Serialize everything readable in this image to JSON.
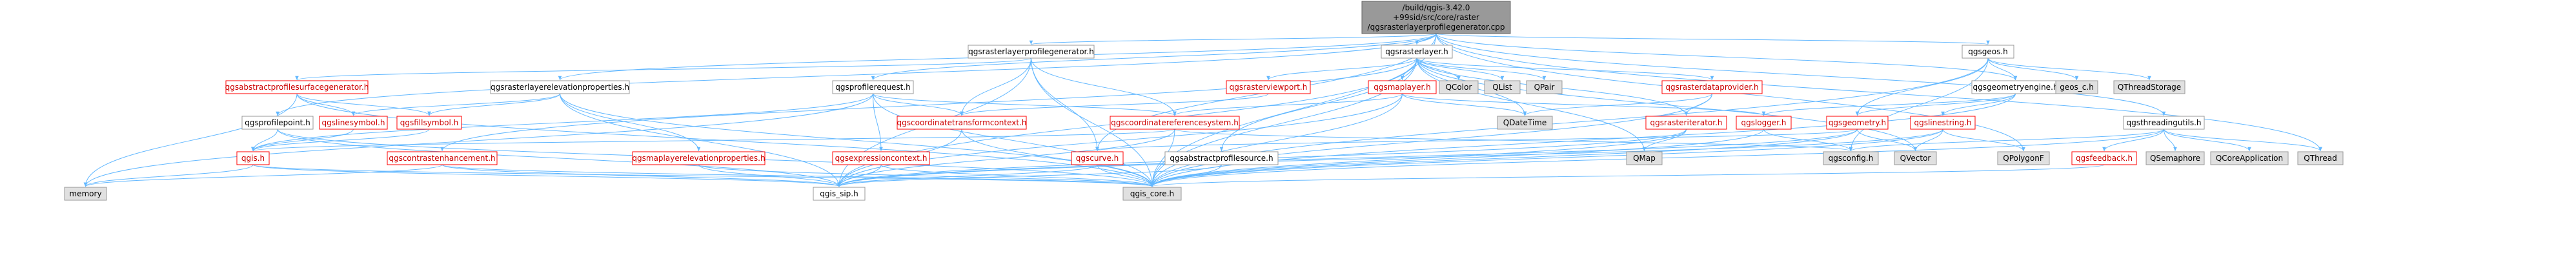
{
  "graph": {
    "root": {
      "lines": [
        "/build/qgis-3.42.0",
        "+99sid/src/core/raster",
        "/qgsrasterlayerprofilegenerator.cpp"
      ]
    },
    "nodes": [
      {
        "id": "qgsrasterlayerprofilegenerator",
        "label": "qgsrasterlayerprofilegenerator.h",
        "kind": "white"
      },
      {
        "id": "qgsrasterlayer",
        "label": "qgsrasterlayer.h",
        "kind": "white"
      },
      {
        "id": "qgsgeos",
        "label": "qgsgeos.h",
        "kind": "white"
      },
      {
        "id": "qgsabstractprofilesurfacegenerator",
        "label": "qgsabstractprofilesurfacegenerator.h",
        "kind": "red"
      },
      {
        "id": "qgsrasterlayerelevationproperties",
        "label": "qgsrasterlayerelevationproperties.h",
        "kind": "white"
      },
      {
        "id": "qgsprofilerequest",
        "label": "qgsprofilerequest.h",
        "kind": "white"
      },
      {
        "id": "qgsrasterviewport",
        "label": "qgsrasterviewport.h",
        "kind": "red"
      },
      {
        "id": "qgsmaplayer",
        "label": "qgsmaplayer.h",
        "kind": "red"
      },
      {
        "id": "qcolor",
        "label": "QColor",
        "kind": "gray"
      },
      {
        "id": "qlist",
        "label": "QList",
        "kind": "gray"
      },
      {
        "id": "qpair",
        "label": "QPair",
        "kind": "gray"
      },
      {
        "id": "qgsrasterdataprovider",
        "label": "qgsrasterdataprovider.h",
        "kind": "red"
      },
      {
        "id": "qgsgeometryengine",
        "label": "qgsgeometryengine.h",
        "kind": "white"
      },
      {
        "id": "geos_c",
        "label": "geos_c.h",
        "kind": "gray"
      },
      {
        "id": "qthreadstorage",
        "label": "QThreadStorage",
        "kind": "gray"
      },
      {
        "id": "qgsprofilepoint",
        "label": "qgsprofilepoint.h",
        "kind": "white"
      },
      {
        "id": "qgslinesymbol",
        "label": "qgslinesymbol.h",
        "kind": "red"
      },
      {
        "id": "qgsfillsymbol",
        "label": "qgsfillsymbol.h",
        "kind": "red"
      },
      {
        "id": "qgscoordinatetransformcontext",
        "label": "qgscoordinatetransformcontext.h",
        "kind": "red"
      },
      {
        "id": "qgscoordinatereferencesystem",
        "label": "qgscoordinatereferencesystem.h",
        "kind": "red"
      },
      {
        "id": "qdatetime",
        "label": "QDateTime",
        "kind": "gray"
      },
      {
        "id": "qgsrasteriterator",
        "label": "qgsrasteriterator.h",
        "kind": "red"
      },
      {
        "id": "qgslogger",
        "label": "qgslogger.h",
        "kind": "red"
      },
      {
        "id": "qgsgeometry",
        "label": "qgsgeometry.h",
        "kind": "red"
      },
      {
        "id": "qgslinestring",
        "label": "qgslinestring.h",
        "kind": "red"
      },
      {
        "id": "qgsthreadingutils",
        "label": "qgsthreadingutils.h",
        "kind": "white"
      },
      {
        "id": "qgis",
        "label": "qgis.h",
        "kind": "red"
      },
      {
        "id": "qgscontrastenhancement",
        "label": "qgscontrastenhancement.h",
        "kind": "red"
      },
      {
        "id": "qgsmaplayerelevationproperties",
        "label": "qgsmaplayerelevationproperties.h",
        "kind": "red"
      },
      {
        "id": "qgsexpressioncontext",
        "label": "qgsexpressioncontext.h",
        "kind": "red"
      },
      {
        "id": "qgscurve",
        "label": "qgscurve.h",
        "kind": "red"
      },
      {
        "id": "qgsabstractprofilesource",
        "label": "qgsabstractprofilesource.h",
        "kind": "white"
      },
      {
        "id": "qmap",
        "label": "QMap",
        "kind": "gray"
      },
      {
        "id": "qgsconfig",
        "label": "qgsconfig.h",
        "kind": "gray"
      },
      {
        "id": "qvector",
        "label": "QVector",
        "kind": "gray"
      },
      {
        "id": "qpolygonf",
        "label": "QPolygonF",
        "kind": "gray"
      },
      {
        "id": "qgsfeedback",
        "label": "qgsfeedback.h",
        "kind": "red"
      },
      {
        "id": "qsemaphore",
        "label": "QSemaphore",
        "kind": "gray"
      },
      {
        "id": "qcoreapplication",
        "label": "QCoreApplication",
        "kind": "gray"
      },
      {
        "id": "qthread",
        "label": "QThread",
        "kind": "gray"
      },
      {
        "id": "memory",
        "label": "memory",
        "kind": "gray"
      },
      {
        "id": "qgis_sip",
        "label": "qgis_sip.h",
        "kind": "white"
      },
      {
        "id": "qgis_core",
        "label": "qgis_core.h",
        "kind": "gray"
      }
    ],
    "edges": [
      [
        "root",
        "qgsrasterlayerprofilegenerator"
      ],
      [
        "root",
        "qgsrasterlayer"
      ],
      [
        "root",
        "qgsgeos"
      ],
      [
        "root",
        "qgsrasterlayerelevationproperties"
      ],
      [
        "root",
        "qgsprofilepoint"
      ],
      [
        "root",
        "qgsprofilerequest"
      ],
      [
        "root",
        "qgsgeometryengine"
      ],
      [
        "root",
        "qgscurve"
      ],
      [
        "root",
        "qgsthreadingutils"
      ],
      [
        "root",
        "qpolygonf"
      ],
      [
        "root",
        "qthread"
      ],
      [
        "root",
        "qgis_core"
      ],
      [
        "qgsrasterlayerprofilegenerator",
        "qgsabstractprofilesurfacegenerator"
      ],
      [
        "qgsrasterlayerprofilegenerator",
        "qgscoordinatereferencesystem"
      ],
      [
        "qgsrasterlayerprofilegenerator",
        "qgscoordinatetransformcontext"
      ],
      [
        "qgsrasterlayerprofilegenerator",
        "qgis_core"
      ],
      [
        "qgsrasterlayerprofilegenerator",
        "qgis_sip"
      ],
      [
        "qgsrasterlayerprofilegenerator",
        "qgscurve"
      ],
      [
        "qgsrasterlayer",
        "qgis_core"
      ],
      [
        "qgsrasterlayer",
        "qgis_sip"
      ],
      [
        "qgsrasterlayer",
        "qcolor"
      ],
      [
        "qgsrasterlayer",
        "qlist"
      ],
      [
        "qgsrasterlayer",
        "qpair"
      ],
      [
        "qgsrasterlayer",
        "qdatetime"
      ],
      [
        "qgsrasterlayer",
        "qgsmaplayer"
      ],
      [
        "qgsrasterlayer",
        "qgsrasterdataprovider"
      ],
      [
        "qgsrasterlayer",
        "qgsrasterviewport"
      ],
      [
        "qgsrasterlayer",
        "qgscontrastenhancement"
      ],
      [
        "qgsrasterlayer",
        "qgsabstractprofilesource"
      ],
      [
        "qgsrasterlayer",
        "qgsrasteriterator"
      ],
      [
        "qgsrasterlayer",
        "qmap"
      ],
      [
        "qgsrasterlayer",
        "qvector"
      ],
      [
        "qgsgeos",
        "qgis_core"
      ],
      [
        "qgsgeos",
        "qgsgeometryengine"
      ],
      [
        "qgsgeos",
        "qgsgeometry"
      ],
      [
        "qgsgeos",
        "qgsconfig"
      ],
      [
        "qgsgeos",
        "geos_c"
      ],
      [
        "qgsgeos",
        "qthreadstorage"
      ],
      [
        "qgsgeometryengine",
        "qgis_core"
      ],
      [
        "qgsgeometryengine",
        "qgslinestring"
      ],
      [
        "qgsgeometryengine",
        "qgsgeometry"
      ],
      [
        "qgsgeometryengine",
        "qgslogger"
      ],
      [
        "qgsthreadingutils",
        "qgis_core"
      ],
      [
        "qgsthreadingutils",
        "qgsconfig"
      ],
      [
        "qgsthreadingutils",
        "qgsfeedback"
      ],
      [
        "qgsthreadingutils",
        "qthread"
      ],
      [
        "qgsthreadingutils",
        "qsemaphore"
      ],
      [
        "qgsthreadingutils",
        "qcoreapplication"
      ],
      [
        "qgsabstractprofilesurfacegenerator",
        "qgis_core"
      ],
      [
        "qgsabstractprofilesurfacegenerator",
        "qgslinesymbol"
      ],
      [
        "qgsabstractprofilesurfacegenerator",
        "qgsfillsymbol"
      ],
      [
        "qgsabstractprofilesurfacegenerator",
        "memory"
      ],
      [
        "qgsrasterlayerelevationproperties",
        "qgis_core"
      ],
      [
        "qgsrasterlayerelevationproperties",
        "qgis_sip"
      ],
      [
        "qgsrasterlayerelevationproperties",
        "qgsmaplayerelevationproperties"
      ],
      [
        "qgsrasterlayerelevationproperties",
        "qgslinesymbol"
      ],
      [
        "qgsrasterlayerelevationproperties",
        "qgsfillsymbol"
      ],
      [
        "qgsprofilerequest",
        "qgis_core"
      ],
      [
        "qgsprofilerequest",
        "qgis"
      ],
      [
        "qgsprofilerequest",
        "qgscoordinatereferencesystem"
      ],
      [
        "qgsprofilerequest",
        "qgscoordinatetransformcontext"
      ],
      [
        "qgsprofilerequest",
        "qgsexpressioncontext"
      ],
      [
        "qgsprofilerequest",
        "memory"
      ],
      [
        "qgsmaplayer",
        "qgscoordinatereferencesystem"
      ],
      [
        "qgsmaplayer",
        "qdatetime"
      ],
      [
        "qgsmaplayer",
        "qgis_sip"
      ],
      [
        "qgsmaplayer",
        "qgslogger"
      ],
      [
        "qgsmaplayer",
        "qgis_core"
      ],
      [
        "qgsrasterdataprovider",
        "qgis_core"
      ],
      [
        "qgsrasterdataprovider",
        "qdatetime"
      ],
      [
        "qgsrasterdataprovider",
        "qgsrasteriterator"
      ],
      [
        "qgsrasterviewport",
        "qgscoordinatetransformcontext"
      ],
      [
        "qgsprofilepoint",
        "qgis_core"
      ],
      [
        "qgsprofilepoint",
        "qgis"
      ],
      [
        "qgsprofilepoint",
        "qgis_sip"
      ],
      [
        "qgslinesymbol",
        "qgis"
      ],
      [
        "qgsfillsymbol",
        "qgis"
      ],
      [
        "qgscoordinatetransformcontext",
        "qgis_core"
      ],
      [
        "qgscoordinatetransformcontext",
        "qgis_sip"
      ],
      [
        "qgscoordinatereferencesystem",
        "qgis_core"
      ],
      [
        "qgscoordinatereferencesystem",
        "qgis_sip"
      ],
      [
        "qgscoordinatereferencesystem",
        "qgis"
      ],
      [
        "qgscoordinatereferencesystem",
        "qgsconfig"
      ],
      [
        "qgsrasteriterator",
        "qgis_core"
      ],
      [
        "qgsrasteriterator",
        "qgis_sip"
      ],
      [
        "qgsrasteriterator",
        "qmap"
      ],
      [
        "qgslogger",
        "qgis_core"
      ],
      [
        "qgslogger",
        "qgsconfig"
      ],
      [
        "qgsgeometry",
        "qgis_core"
      ],
      [
        "qgsgeometry",
        "qgis_sip"
      ],
      [
        "qgsgeometry",
        "qvector"
      ],
      [
        "qgsgeometry",
        "qgscurve"
      ],
      [
        "qgslinestring",
        "qgis_core"
      ],
      [
        "qgslinestring",
        "qgis_sip"
      ],
      [
        "qgslinestring",
        "qpolygonf"
      ],
      [
        "qgslinestring",
        "qvector"
      ],
      [
        "qgis",
        "qgis_core"
      ],
      [
        "qgis",
        "qgis_sip"
      ],
      [
        "qgis",
        "memory"
      ],
      [
        "qgscontrastenhancement",
        "qgis_core"
      ],
      [
        "qgscontrastenhancement",
        "qgis_sip"
      ],
      [
        "qgscontrastenhancement",
        "memory"
      ],
      [
        "qgsmaplayerelevationproperties",
        "qgis_core"
      ],
      [
        "qgsmaplayerelevationproperties",
        "qgis_sip"
      ],
      [
        "qgsexpressioncontext",
        "qgis_core"
      ],
      [
        "qgsexpressioncontext",
        "qgis_sip"
      ],
      [
        "qgscurve",
        "qgis_core"
      ],
      [
        "qgscurve",
        "qgis_sip"
      ],
      [
        "qgsabstractprofilesource",
        "qgis_core"
      ],
      [
        "qgsabstractprofilesource",
        "qgis_sip"
      ],
      [
        "qgsfeedback",
        "qgis_core"
      ]
    ]
  }
}
